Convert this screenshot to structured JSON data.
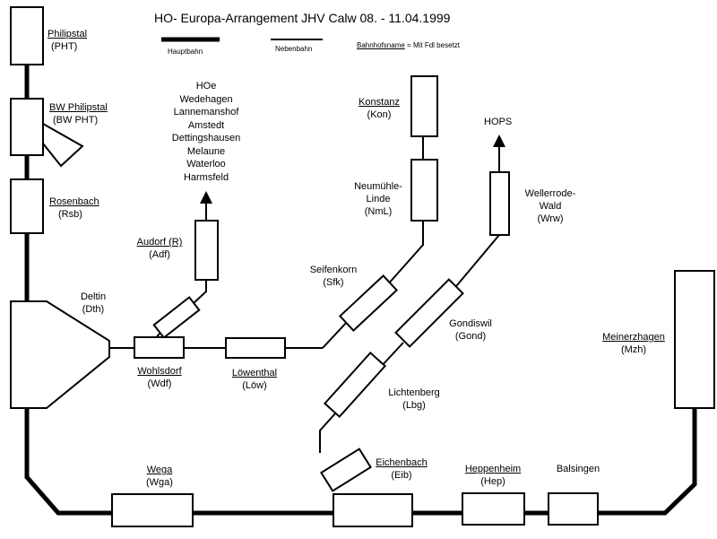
{
  "title": "HO- Europa-Arrangement JHV Calw 08. - 11.04.1999",
  "legend": {
    "main_line": "Hauptbahn",
    "branch_line": "Nebenbahn",
    "note_underlined": "Bahnhofsname",
    "note_rest": " = Mit Fdl besetzt"
  },
  "stations": {
    "philipstal": {
      "name": "Philipstal",
      "abbr": "(PHT)"
    },
    "bw_philipstal": {
      "name": "BW Philipstal",
      "abbr": "(BW PHT)"
    },
    "rosenbach": {
      "name": "Rosenbach",
      "abbr": "(Rsb)"
    },
    "deltin": {
      "name": "Deltin",
      "abbr": "(Dth)"
    },
    "audorf": {
      "name": "Audorf (R)",
      "abbr": "(Adf)"
    },
    "wohlsdorf": {
      "name": "Wohlsdorf",
      "abbr": "(Wdf)"
    },
    "loewenthal": {
      "name": "Löwenthal",
      "abbr": "(Löw)"
    },
    "seifenkorn": {
      "name": "Seifenkorn",
      "abbr": "(Sfk)"
    },
    "konstanz": {
      "name": "Konstanz",
      "abbr": "(Kon)"
    },
    "neumuehle": {
      "name": "Neumühle-",
      "name2": "Linde",
      "abbr": "(NmL)"
    },
    "wellerrode": {
      "name": "Wellerrode-",
      "name2": "Wald",
      "abbr": "(Wrw)"
    },
    "gondiswil": {
      "name": "Gondiswil",
      "abbr": "(Gond)"
    },
    "lichtenberg": {
      "name": "Lichtenberg",
      "abbr": "(Lbg)"
    },
    "meinerzhagen": {
      "name": "Meinerzhagen",
      "abbr": "(Mzh)"
    },
    "wega": {
      "name": "Wega",
      "abbr": "(Wga)"
    },
    "eichenbach": {
      "name": "Eichenbach",
      "abbr": "(Eib)"
    },
    "heppenheim": {
      "name": "Heppenheim",
      "abbr": "(Hep)"
    },
    "balsingen": {
      "name": "Balsingen"
    }
  },
  "hoe_destinations": [
    "HOe",
    "Wedehagen",
    "Lannemanshof",
    "Amstedt",
    "Dettingshausen",
    "Melaune",
    "Waterloo",
    "Harmsfeld"
  ],
  "hops": "HOPS"
}
